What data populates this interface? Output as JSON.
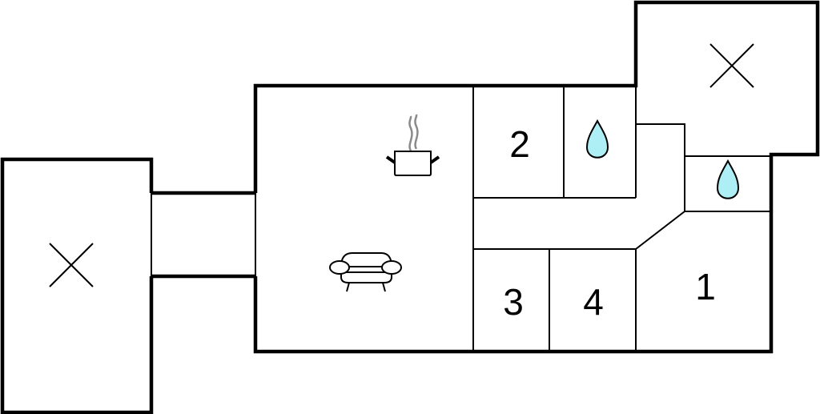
{
  "title": "Floor plan",
  "colors": {
    "water": "#aeeef5",
    "wall": "#000000",
    "steam": "#8a8a8a"
  },
  "rooms": [
    {
      "label": "1",
      "type": "bedroom"
    },
    {
      "label": "2",
      "type": "bedroom"
    },
    {
      "label": "3",
      "type": "bedroom"
    },
    {
      "label": "4",
      "type": "bedroom"
    }
  ],
  "icons": [
    "kitchen-pot-icon",
    "sofa-icon",
    "bathroom-drop-icon",
    "bathroom-drop-icon",
    "terrace-x-icon",
    "terrace-x-icon"
  ]
}
